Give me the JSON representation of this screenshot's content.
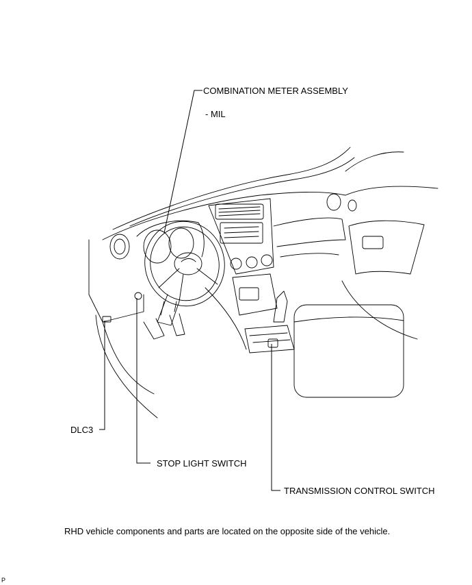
{
  "labels": {
    "combination_meter": "COMBINATION METER ASSEMBLY",
    "mil": "- MIL",
    "dlc3": "DLC3",
    "stop_light_switch": "STOP LIGHT SWITCH",
    "transmission_control_switch": "TRANSMISSION CONTROL SWITCH"
  },
  "note": "RHD vehicle components and parts are located on the opposite side of the vehicle.",
  "figure_code": "P"
}
